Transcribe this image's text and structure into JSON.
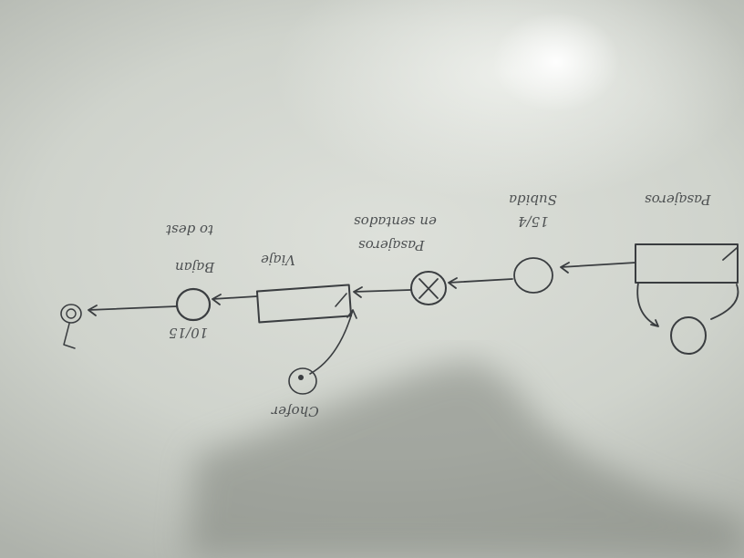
{
  "labels": {
    "pasajeros_top": "Pasajeros",
    "subida": "Subida",
    "ratio": "15/4",
    "pasajeros_mid": "Pasajeros",
    "sentados": "en sentados",
    "viaje": "Viaje",
    "bajan": "Bajan",
    "adicional": "to dest",
    "tiempo": "10/15",
    "chofer": "Chofer"
  }
}
